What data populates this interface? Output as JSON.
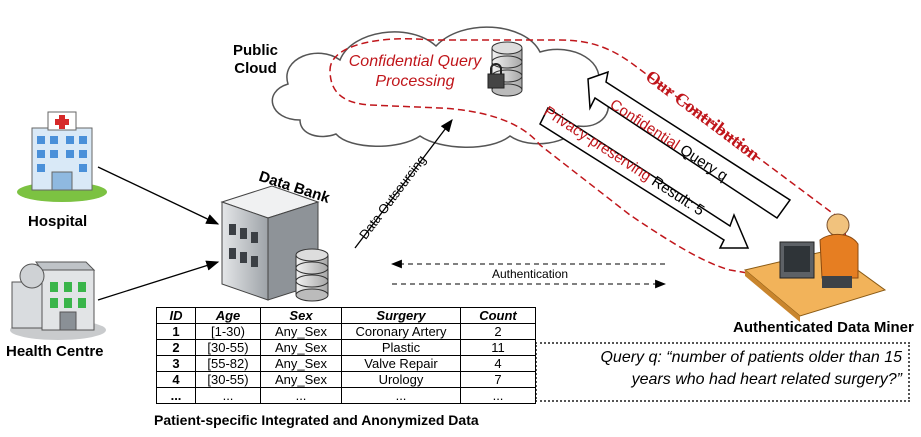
{
  "labels": {
    "public_cloud_line1": "Public",
    "public_cloud_line2": "Cloud",
    "cqp_line1": "Confidential Query",
    "cqp_line2": "Processing",
    "hospital": "Hospital",
    "health_centre": "Health Centre",
    "data_bank": "Data Bank",
    "data_outsourcing": "Data Outsourcing",
    "authentication": "Authentication",
    "our_contribution": "Our Contribution",
    "confidential": "Confidential",
    "query_q": "Query q",
    "privacy_preserving": "Privacy-preserving",
    "result": "Result: 5",
    "authenticated_data_miner": "Authenticated Data Miner",
    "caption": "Patient-specific Integrated and Anonymized Data"
  },
  "query_text": {
    "line1": "Query q: “number of patients older than 15",
    "line2": "years who had heart related surgery?”"
  },
  "table": {
    "headers": [
      "ID",
      "Age",
      "Sex",
      "Surgery",
      "Count"
    ],
    "rows": [
      [
        "1",
        "[1-30)",
        "Any_Sex",
        "Coronary Artery",
        "2"
      ],
      [
        "2",
        "[30-55)",
        "Any_Sex",
        "Plastic",
        "11"
      ],
      [
        "3",
        "[55-82)",
        "Any_Sex",
        "Valve Repair",
        "4"
      ],
      [
        "4",
        "[30-55)",
        "Any_Sex",
        "Urology",
        "7"
      ],
      [
        "...",
        "...",
        "...",
        "...",
        "..."
      ]
    ]
  },
  "colors": {
    "accent_red": "#c0161b",
    "building_grey": "#9aa0a6",
    "hospital_blue": "#4a90d9"
  },
  "icons": [
    "hospital-icon",
    "health-centre-icon",
    "data-bank-icon",
    "cloud-icon",
    "locked-database-icon",
    "data-miner-icon"
  ]
}
